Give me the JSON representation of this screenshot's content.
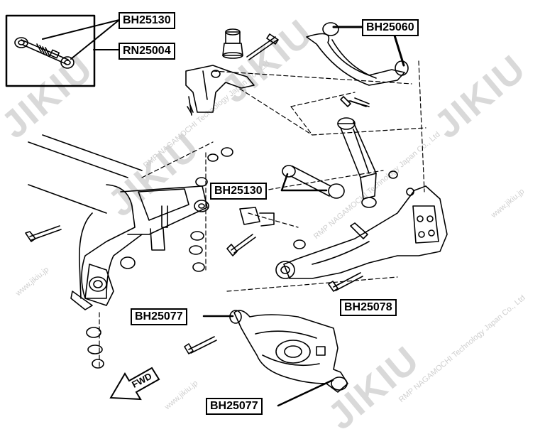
{
  "labels": {
    "inset_top": "BH25130",
    "inset_bottom": "RN25004",
    "upper_arm": "BH25060",
    "mid_link": "BH25130",
    "trailing_arm": "BH25078",
    "lower_arm_top": "BH25077",
    "lower_arm_bottom": "BH25077",
    "fwd": "FWD"
  },
  "watermark": {
    "brand": "JIKIU",
    "company": "RMP NAGAMOCHI Technology Japan Co., Ltd",
    "url": "www.jikiu.jp"
  }
}
